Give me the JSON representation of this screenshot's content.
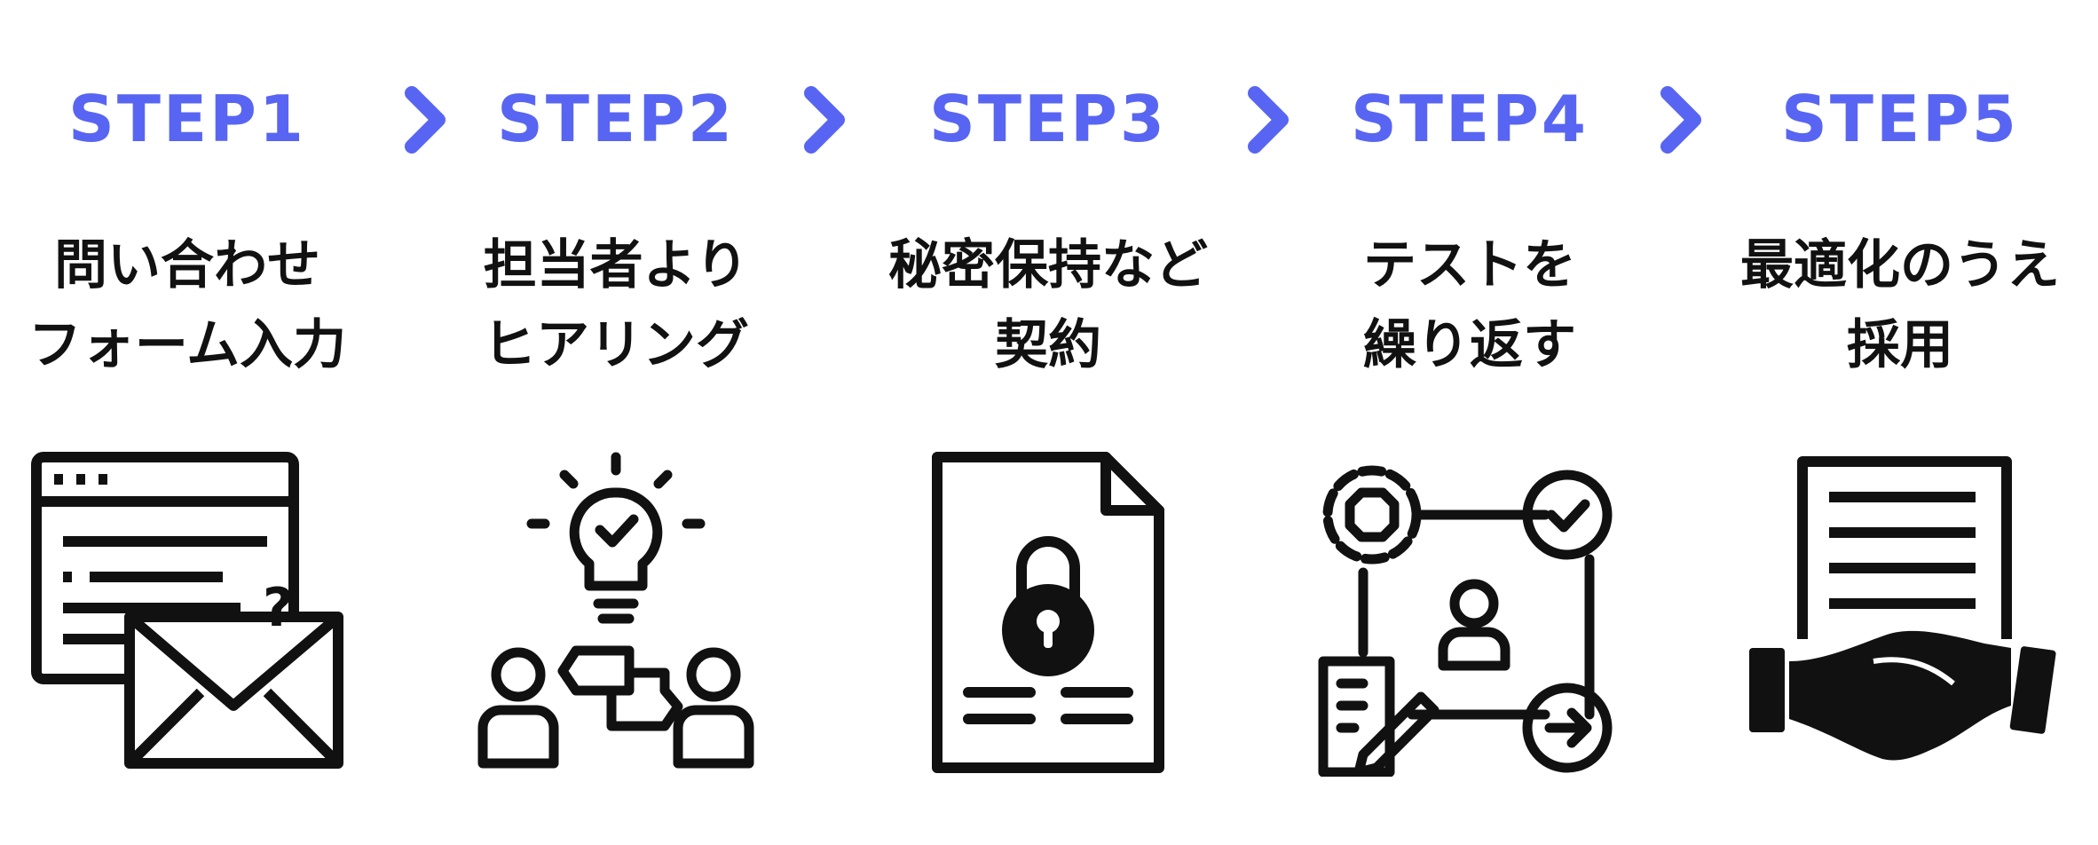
{
  "accent_color": "#5865f2",
  "steps": [
    {
      "label": "STEP1",
      "line1": "問い合わせ",
      "line2": "フォーム入力",
      "icon": "web-form-envelope-icon"
    },
    {
      "label": "STEP2",
      "line1": "担当者より",
      "line2": "ヒアリング",
      "icon": "lightbulb-conversation-icon"
    },
    {
      "label": "STEP3",
      "line1": "秘密保持など",
      "line2": "契約",
      "icon": "locked-document-icon"
    },
    {
      "label": "STEP4",
      "line1": "テストを",
      "line2": "繰り返す",
      "icon": "test-cycle-icon"
    },
    {
      "label": "STEP5",
      "line1": "最適化のうえ",
      "line2": "採用",
      "icon": "handshake-contract-icon"
    }
  ]
}
